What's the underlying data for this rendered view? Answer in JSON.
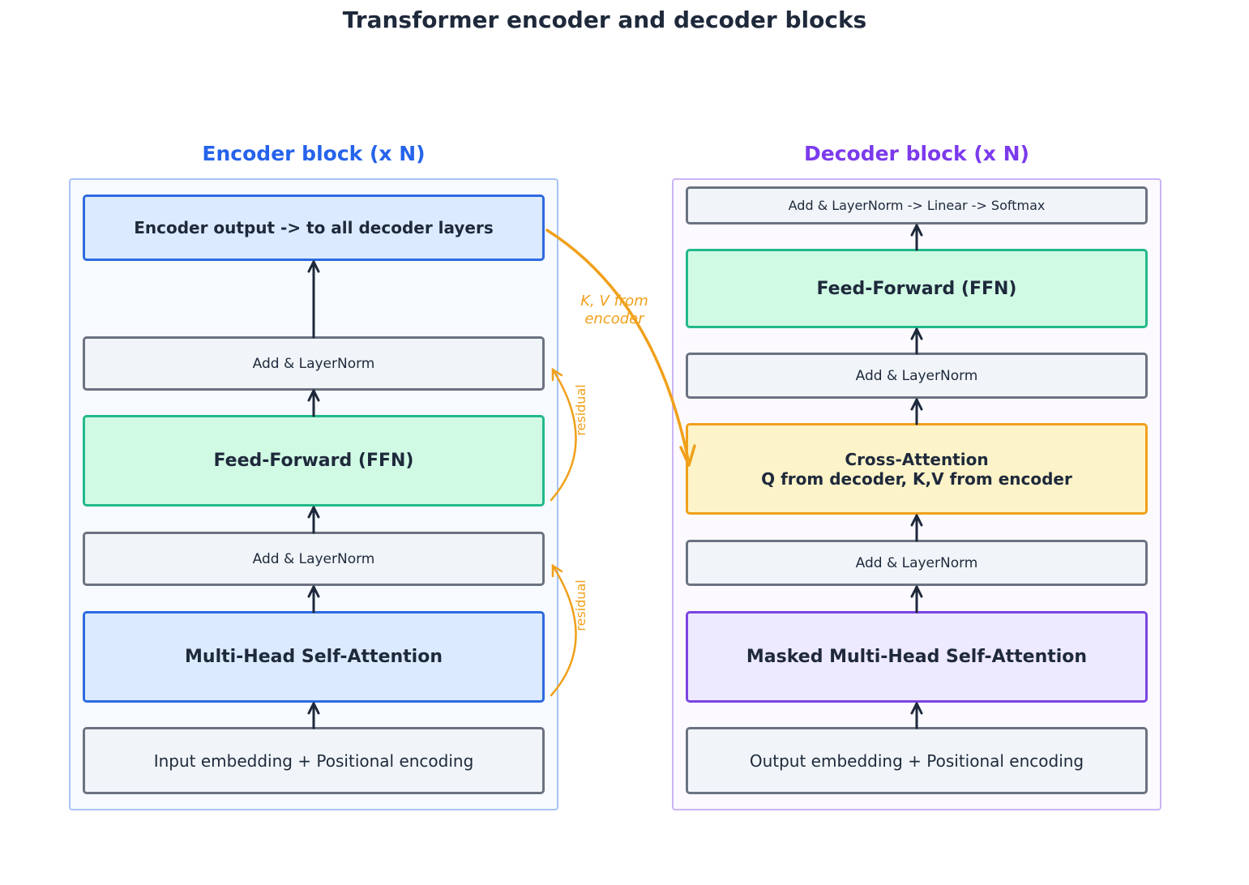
{
  "title": "Transformer encoder and decoder blocks",
  "encoder": {
    "title": "Encoder block (x N)",
    "output": "Encoder output -> to all decoder layers",
    "addnorm_top": "Add & LayerNorm",
    "ffn": "Feed-Forward (FFN)",
    "addnorm_bottom": "Add & LayerNorm",
    "mhsa": "Multi-Head Self-Attention",
    "input": "Input embedding + Positional encoding",
    "residual_label": "residual"
  },
  "decoder": {
    "title": "Decoder block (x N)",
    "final": "Add & LayerNorm -> Linear -> Softmax",
    "ffn": "Feed-Forward (FFN)",
    "addnorm_top": "Add & LayerNorm",
    "cross_line1": "Cross-Attention",
    "cross_line2": "Q from decoder, K,V from encoder",
    "addnorm_bottom": "Add & LayerNorm",
    "masked": "Masked Multi-Head Self-Attention",
    "input": "Output embedding + Positional encoding"
  },
  "kv_label_line1": "K, V from",
  "kv_label_line2": "encoder",
  "colors": {
    "encoder_accent": "#2563eb",
    "decoder_accent": "#7c3aed",
    "attention_blue": "#2d6ae0",
    "ffn_green": "#22b98a",
    "cross_yellow": "#f0a01a",
    "neutral_gray": "#6b7280",
    "arrow_dark": "#1e293b"
  }
}
